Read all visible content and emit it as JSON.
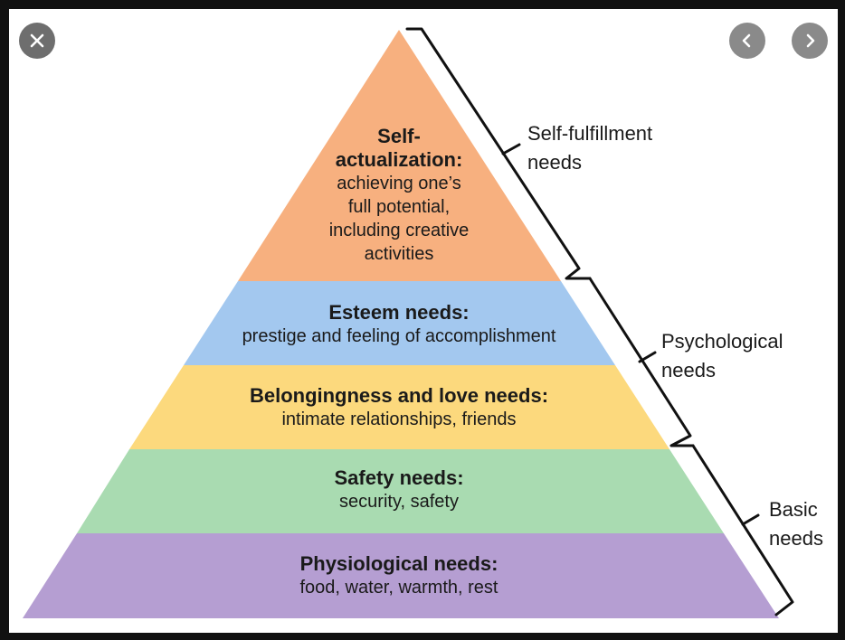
{
  "viewer": {
    "close_icon": "close-icon",
    "prev_icon": "chevron-left-icon",
    "next_icon": "chevron-right-icon"
  },
  "levels": [
    {
      "title_line1": "Self-",
      "title_line2": "actualization:",
      "desc_lines": [
        "achieving one’s",
        "full potential,",
        "including creative",
        "activities"
      ],
      "color": "#f7b07f"
    },
    {
      "title": "Esteem needs:",
      "desc": "prestige and feeling of accomplishment",
      "color": "#a3c8ef"
    },
    {
      "title": "Belongingness and love needs:",
      "desc": "intimate relationships, friends",
      "color": "#fcd97d"
    },
    {
      "title": "Safety needs:",
      "desc": "security, safety",
      "color": "#a9dbb1"
    },
    {
      "title": "Physiological needs:",
      "desc": "food, water, warmth, rest",
      "color": "#b59ed2"
    }
  ],
  "brackets": [
    {
      "line1": "Self-fulfillment",
      "line2": "needs"
    },
    {
      "line1": "Psychological",
      "line2": "needs"
    },
    {
      "line1": "Basic",
      "line2": "needs"
    }
  ]
}
